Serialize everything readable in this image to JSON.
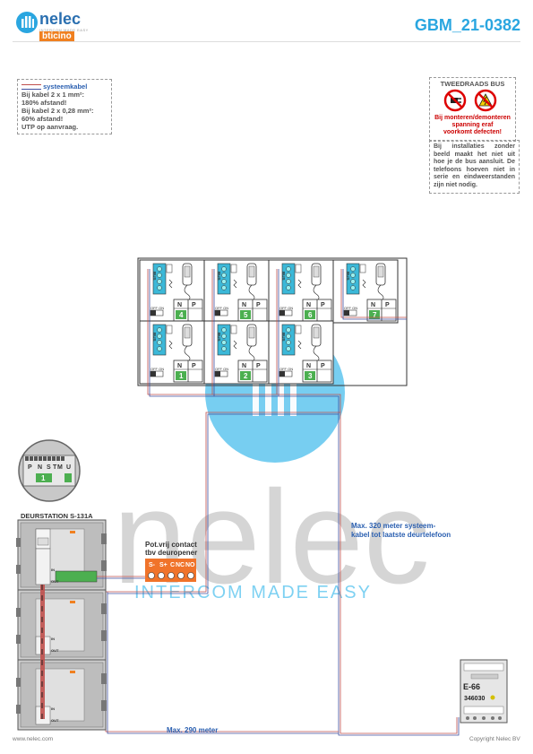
{
  "header": {
    "logo_text": "nelec",
    "logo_tagline": "INTERCOM MADE EASY",
    "logo_brand": "bticino",
    "doc_code": "GBM_21-0382"
  },
  "note_left": {
    "head": "systeemkabel",
    "lines": [
      "Bij kabel 2 x 1 mm²:",
      "180% afstand!",
      "Bij kabel 2 x 0,28 mm²:",
      "60% afstand!",
      "UTP op aanvraag."
    ]
  },
  "note_right_top": {
    "head": "TWEEDRAADS BUS",
    "warn_lines": [
      "Bij monteren/demonteren",
      "spanning eraf",
      "voorkomt defecten!"
    ]
  },
  "note_right_bottom": {
    "text": "Bij installaties zonder beeld maakt het niet uit hoe je de bus aansluit. De telefoons hoeven niet in serie en eindweerstanden zijn niet nodig."
  },
  "phones": {
    "bus_label": "BUS",
    "off_on": "OFF ON",
    "n_label": "N",
    "p_label": "P",
    "numbers": [
      "4",
      "5",
      "6",
      "7",
      "1",
      "2",
      "3"
    ]
  },
  "door_station": {
    "title": "DEURSTATION S-131A",
    "zoom_labels": [
      "P",
      "N",
      "S",
      "T",
      "M",
      "U"
    ],
    "zoom_num": "1",
    "in_label": "IN",
    "out_label": "OUT"
  },
  "contact": {
    "label_lines": [
      "Pot.vrij contact",
      "tbv deuropener"
    ],
    "terms": [
      "S-",
      "S+",
      "C",
      "NC",
      "NO"
    ]
  },
  "relay": {
    "label": "E-66",
    "code": "346030"
  },
  "distance": {
    "max320_lines": [
      "Max. 320 meter systeem-",
      "kabel tot laatste deurtelefoon"
    ],
    "max290": "Max. 290 meter"
  },
  "watermark": {
    "word": "nelec",
    "tagline": "INTERCOM MADE EASY"
  },
  "footer": {
    "left": "www.nelec.com",
    "right": "Copyright Nelec BV"
  },
  "colors": {
    "brand_blue": "#2aa6e0",
    "accent_orange": "#f0732a",
    "wire_red": "#c0504d",
    "wire_blue": "#4050a0"
  }
}
